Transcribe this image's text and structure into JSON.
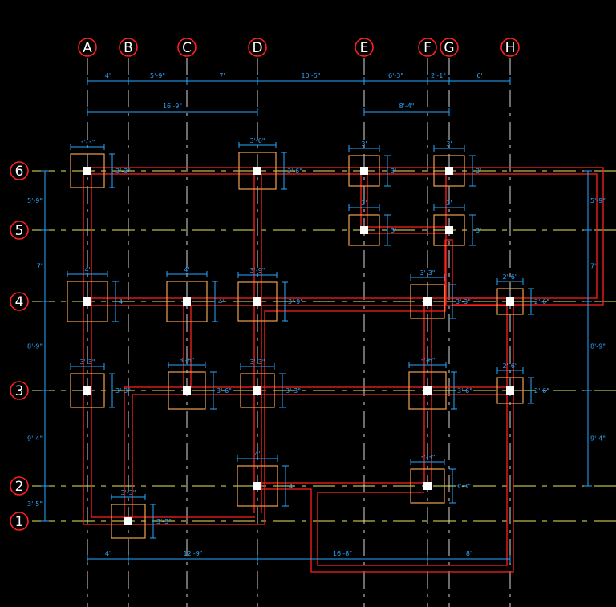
{
  "grid_columns": [
    "A",
    "B",
    "C",
    "D",
    "E",
    "F",
    "G",
    "H"
  ],
  "grid_rows": [
    "6",
    "5",
    "4",
    "3",
    "2",
    "1"
  ],
  "top_dimensions": [
    "4'",
    "5'-9\"",
    "7'",
    "10'-5\"",
    "6'-3\"",
    "2'-1\"",
    "6'"
  ],
  "top_dimension_overall_AD": "16'-9\"",
  "top_dimension_overall_EG": "8'-4\"",
  "bottom_dimensions": [
    "4'",
    "12'-9\"",
    "16'-8\"",
    "8'"
  ],
  "left_dimensions": [
    "5'-9\"",
    "7'",
    "8'-9\"",
    "9'-4\"",
    "3'-5\""
  ],
  "right_dimensions": [
    "5'-9\"",
    "7'",
    "8'-9\"",
    "9'-4\""
  ],
  "footings": [
    {
      "grid": "A6",
      "width": "3'-3\"",
      "depth": "3'-3\""
    },
    {
      "grid": "D6",
      "width": "3'-6\"",
      "depth": "3'-6\""
    },
    {
      "grid": "E6",
      "width": "3'",
      "depth": "3'"
    },
    {
      "grid": "G6",
      "width": "3'",
      "depth": "3'"
    },
    {
      "grid": "E5",
      "width": "3'",
      "depth": "3'"
    },
    {
      "grid": "G5",
      "width": "3'",
      "depth": "3'"
    },
    {
      "grid": "A4",
      "width": "4'",
      "depth": "4'"
    },
    {
      "grid": "C4",
      "width": "4'",
      "depth": "4'"
    },
    {
      "grid": "D4",
      "width": "3'-9\"",
      "depth": "3'-9\""
    },
    {
      "grid": "F4",
      "width": "3'-3\"",
      "depth": "3'-3\""
    },
    {
      "grid": "H4",
      "width": "2'-6\"",
      "depth": "2'-6\""
    },
    {
      "grid": "A3",
      "width": "3'-3\"",
      "depth": "3'-3\""
    },
    {
      "grid": "C3",
      "width": "3'-6\"",
      "depth": "3'-6\""
    },
    {
      "grid": "D3",
      "width": "3'-3\"",
      "depth": "3'-3\""
    },
    {
      "grid": "F3",
      "width": "3'-6\"",
      "depth": "3'-6\""
    },
    {
      "grid": "H3",
      "width": "2'-6\"",
      "depth": "2'-6\""
    },
    {
      "grid": "D2",
      "width": "4'",
      "depth": "4'"
    },
    {
      "grid": "F2",
      "width": "3'-3\"",
      "depth": "3'-3\""
    },
    {
      "grid": "B1",
      "width": "3'-3\"",
      "depth": "3'-3\""
    }
  ],
  "colors": {
    "background": "#000000",
    "grid_bubble": "#ff2020",
    "dimension": "#29a8ff",
    "beam": "#ff2020",
    "footing": "#f0a050",
    "column": "#ffffff",
    "grid_line_vertical": "#d9d9d9",
    "grid_line_horizontal": "#e8e85a"
  }
}
